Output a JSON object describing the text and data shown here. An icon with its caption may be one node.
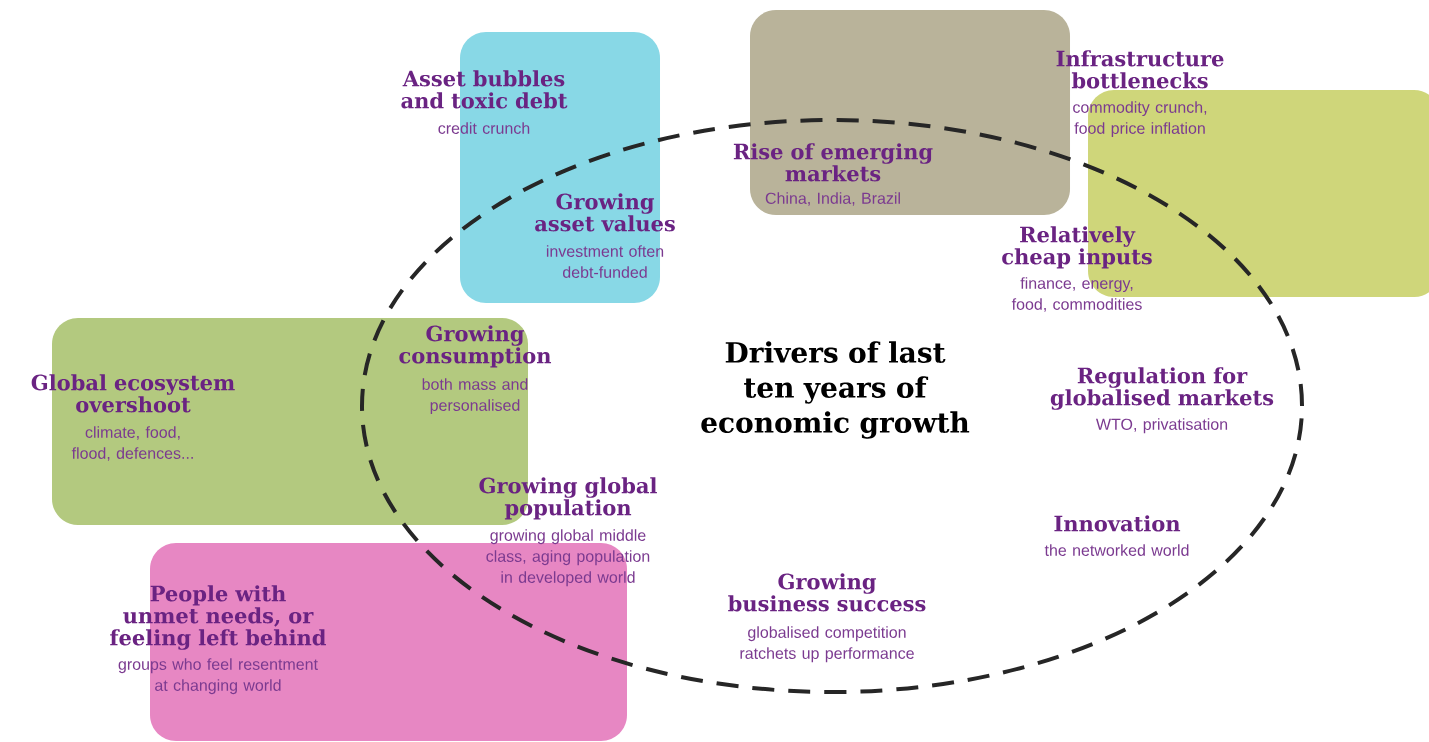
{
  "diagram": {
    "nodes": [
      {
        "text": [
          "Drivers of last ten years of economic growth"
        ]
      },
      {
        "text": [
          "Asset bubbles and toxic debt",
          "credit crunch"
        ]
      },
      {
        "text": [
          "Rise of emerging markets",
          "China, India, Brazil"
        ]
      },
      {
        "text": [
          "Infrastructure bottlenecks",
          "commodity crunch, food price inflation"
        ]
      },
      {
        "text": [
          "Global ecosystem overshoot",
          "climate, food, flood, defences..."
        ]
      },
      {
        "text": [
          "People with unmet needs, or feeling left behind",
          "groups who feel resentment at changing world"
        ]
      }
    ],
    "labels": [
      "Growing asset values",
      "investment often debt-funded",
      "Relatively cheap inputs",
      "finance, energy, food, commodities",
      "Growing consumption",
      "both mass and personalised",
      "Regulation for globalised markets",
      "WTO, privatisation",
      "Growing global population",
      "growing global middle class, aging population in developed world",
      "Innovation",
      "the networked world",
      "Growing business success",
      "globalised competition ratchets up performance"
    ]
  }
}
